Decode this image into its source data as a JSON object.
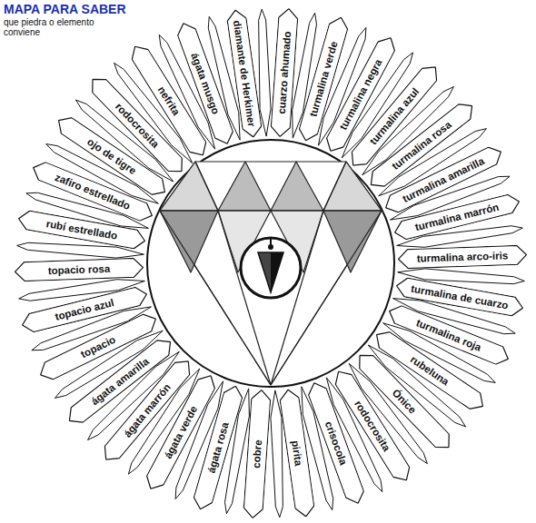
{
  "diagram": {
    "title": "MAPA PARA SABER",
    "nodes": [
      {
        "text": [
          "diamante de Herkimer"
        ]
      },
      {
        "text": [
          "cuarzo ahumado"
        ]
      },
      {
        "text": [
          "turmalina verde"
        ]
      },
      {
        "text": [
          "turmalina negra"
        ]
      },
      {
        "text": [
          "turmalina azul"
        ]
      },
      {
        "text": [
          "turmalina rosa"
        ]
      },
      {
        "text": [
          "turmalina amarilla"
        ]
      },
      {
        "text": [
          "turmalina marrón"
        ]
      },
      {
        "text": [
          "turmalina arco-iris"
        ]
      },
      {
        "text": [
          "turmalina de cuarzo"
        ]
      },
      {
        "text": [
          "turmalina roja"
        ]
      },
      {
        "text": [
          "rubeluna"
        ]
      },
      {
        "text": [
          "Ónice"
        ]
      },
      {
        "text": [
          "rodocrosita"
        ]
      },
      {
        "text": [
          "crisocola"
        ]
      },
      {
        "text": [
          "pirita"
        ]
      },
      {
        "text": [
          "cobre"
        ]
      },
      {
        "text": [
          "ágata rosa"
        ]
      },
      {
        "text": [
          "ágata verde"
        ]
      },
      {
        "text": [
          "ágata marrón"
        ]
      },
      {
        "text": [
          "ágata amarilla"
        ]
      },
      {
        "text": [
          "topacio"
        ]
      },
      {
        "text": [
          "topacio azul"
        ]
      },
      {
        "text": [
          "topacio rosa"
        ]
      },
      {
        "text": [
          "rubí estrellado"
        ]
      },
      {
        "text": [
          "zafiro estrellado"
        ]
      },
      {
        "text": [
          "ojo de tigre"
        ]
      },
      {
        "text": [
          "rodocrosita"
        ]
      },
      {
        "text": [
          "nefrita"
        ]
      },
      {
        "text": [
          "ágata musgo"
        ]
      }
    ],
    "labels": [
      "que piedra o elemento conviene"
    ]
  }
}
